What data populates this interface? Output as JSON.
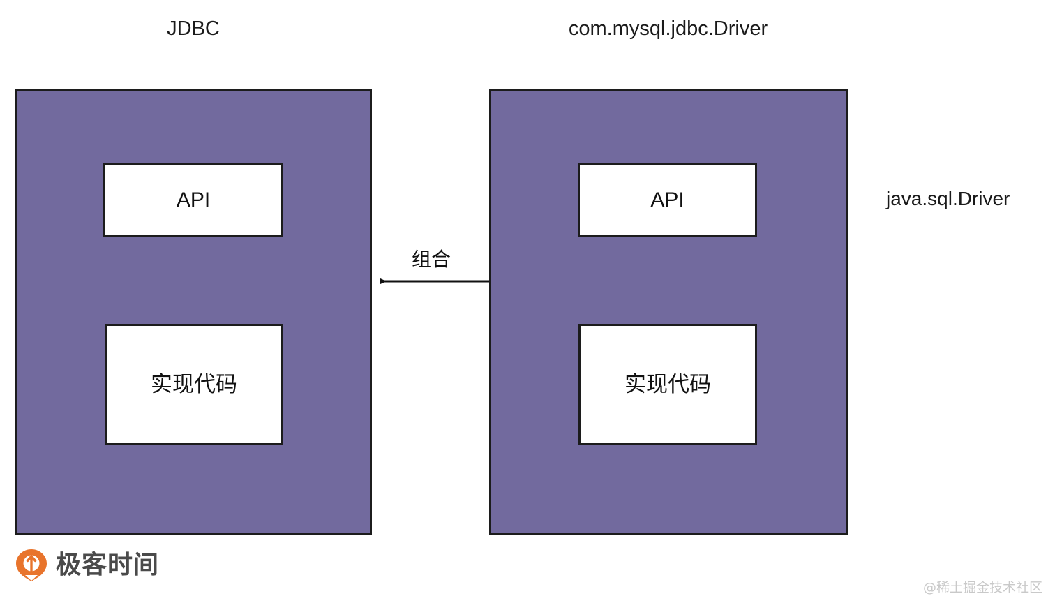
{
  "diagram": {
    "title_left": "JDBC",
    "title_right": "com.mysql.jdbc.Driver",
    "side_label_right": "java.sql.Driver",
    "colors": {
      "container_fill": "#726a9e",
      "container_border": "#1c1c1c",
      "inner_fill": "#ffffff",
      "inner_border": "#1c1c1c",
      "background": "#ffffff",
      "arrow": "#111111",
      "brand_orange": "#e8742c",
      "brand_text": "#4a4a4a",
      "watermark": "#c9c9c9"
    },
    "containers": [
      {
        "name": "jdbc",
        "title": "JDBC",
        "inner_boxes": [
          {
            "name": "api",
            "label": "API"
          },
          {
            "name": "implementation",
            "label": "实现代码"
          }
        ]
      },
      {
        "name": "mysql-driver",
        "title": "com.mysql.jdbc.Driver",
        "inner_boxes": [
          {
            "name": "api",
            "label": "API"
          },
          {
            "name": "implementation",
            "label": "实现代码"
          }
        ]
      }
    ],
    "arrow": {
      "label": "组合",
      "direction": "right-to-left",
      "from": "com.mysql.jdbc.Driver",
      "to": "JDBC"
    }
  },
  "branding": {
    "logo_text": "极客时间",
    "logo_icon": "geektime-mark-icon"
  },
  "watermark": {
    "text": "@稀土掘金技术社区"
  }
}
